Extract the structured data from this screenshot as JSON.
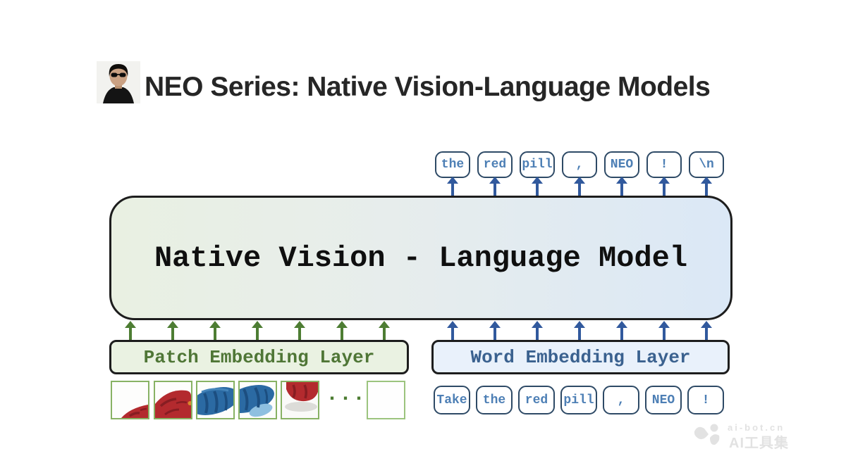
{
  "title": "NEO Series: Native Vision-Language Models",
  "model": {
    "label": "Native Vision - Language Model"
  },
  "patch_embedding": {
    "label": "Patch Embedding Layer"
  },
  "word_embedding": {
    "label": "Word Embedding Layer"
  },
  "output_tokens": [
    "the",
    "red",
    "pill",
    ",",
    "NEO",
    "!",
    "\\n"
  ],
  "input_tokens": [
    "Take",
    "the",
    "red",
    "pill",
    ",",
    "NEO",
    "!"
  ],
  "patches_ellipsis": "...",
  "watermark": {
    "site": "ai-bot.cn",
    "name": "AI工具集"
  },
  "colors": {
    "title_color": "#262626",
    "token_border": "#2e4a66",
    "token_text": "#4d7fb5",
    "arrow_blue": "#31599d",
    "arrow_green": "#4d7d33",
    "patch_bg": "#eaf2e2",
    "patch_text": "#4f7636",
    "word_bg": "#e9f1fb",
    "word_text": "#3a618f",
    "model_left": "#e9f0e2",
    "model_right": "#dbe8f6",
    "box_border": "#1d1d1d",
    "patch_frame": "#88b264",
    "pill_red": "#b32a2e",
    "pill_blue": "#2b6aa3",
    "watermark_color": "#e2e2e2"
  }
}
